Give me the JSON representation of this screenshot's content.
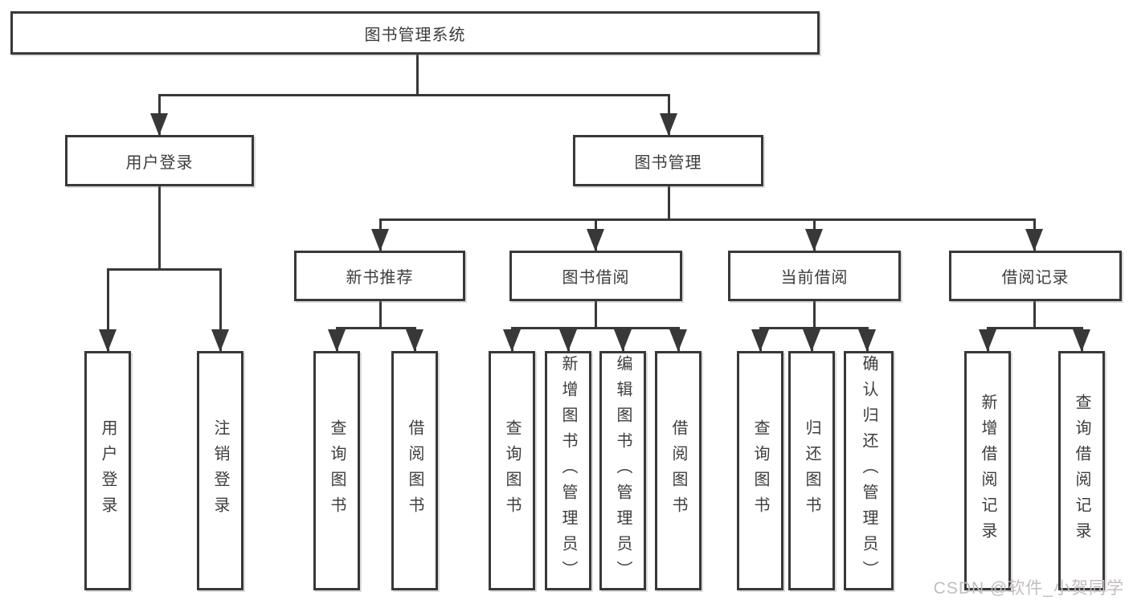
{
  "diagram": {
    "root": {
      "label": "图书管理系统"
    },
    "branches": [
      {
        "label": "用户登录",
        "children": [
          {
            "label": "用户登录"
          },
          {
            "label": "注销登录"
          }
        ]
      },
      {
        "label": "图书管理",
        "sections": [
          {
            "label": "新书推荐",
            "children": [
              {
                "label": "查询图书"
              },
              {
                "label": "借阅图书"
              }
            ]
          },
          {
            "label": "图书借阅",
            "children": [
              {
                "label": "查询图书"
              },
              {
                "label": "新增图书（管理员）"
              },
              {
                "label": "编辑图书（管理员）"
              },
              {
                "label": "借阅图书"
              }
            ]
          },
          {
            "label": "当前借阅",
            "children": [
              {
                "label": "查询图书"
              },
              {
                "label": "归还图书"
              },
              {
                "label": "确认归还（管理员）"
              }
            ]
          },
          {
            "label": "借阅记录",
            "children": [
              {
                "label": "新增借阅记录"
              },
              {
                "label": "查询借阅记录"
              }
            ]
          }
        ]
      }
    ]
  },
  "watermark": {
    "label": "CSDN @软件_小贺同学"
  },
  "colors": {
    "stroke": "#383838",
    "text": "#3d3d3d",
    "watermark": "#c3bdbd",
    "background": "#ffffff"
  }
}
